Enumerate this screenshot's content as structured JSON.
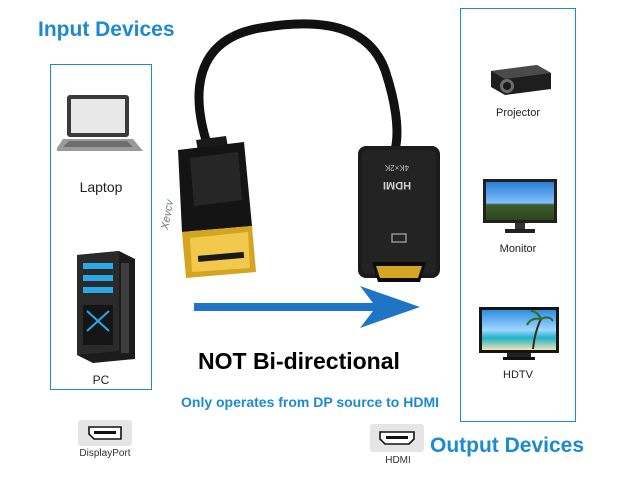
{
  "headings": {
    "input": "Input Devices",
    "output": "Output Devices"
  },
  "input_devices": [
    {
      "label": "Laptop",
      "icon": "laptop-icon"
    },
    {
      "label": "PC",
      "icon": "pc-tower-icon"
    }
  ],
  "output_devices": [
    {
      "label": "Projector",
      "icon": "projector-icon"
    },
    {
      "label": "Monitor",
      "icon": "monitor-icon"
    },
    {
      "label": "HDTV",
      "icon": "hdtv-icon"
    }
  ],
  "adapter": {
    "hdmi_text": "HDMI",
    "resolution_text": "4K×2K",
    "watermark": "Xevcv"
  },
  "notice": {
    "headline": "NOT Bi-directional",
    "subtext": "Only operates from DP source to HDMI"
  },
  "ports": {
    "source": "DisplayPort",
    "target": "HDMI"
  },
  "colors": {
    "accent": "#1c8ad0",
    "arrow": "#1f74c4",
    "cable": "#111111"
  }
}
